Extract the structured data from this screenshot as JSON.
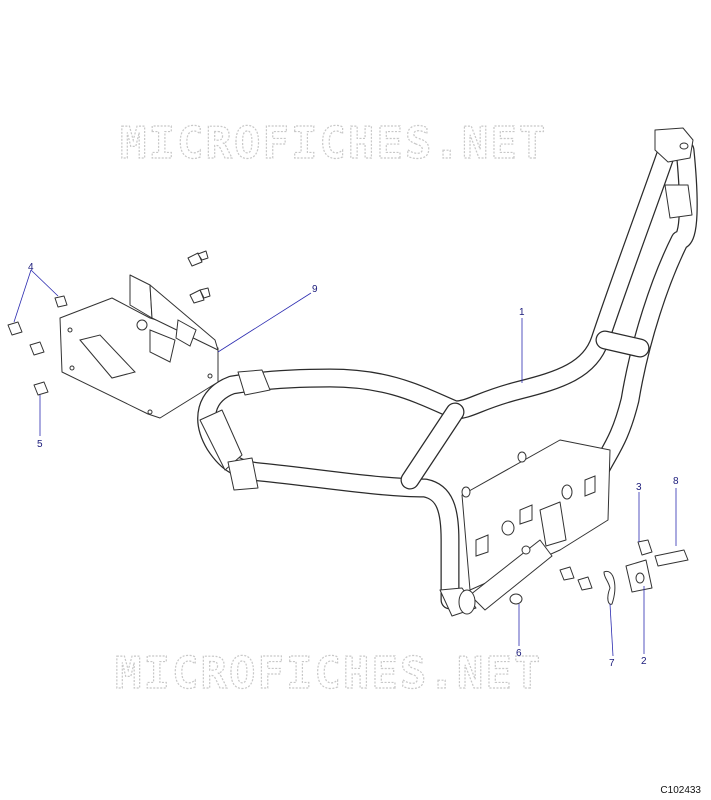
{
  "watermark": {
    "text": "MICROFICHES.NET"
  },
  "drawing_code": "C102433",
  "callouts": [
    {
      "id": "c1",
      "label": "1"
    },
    {
      "id": "c2",
      "label": "2"
    },
    {
      "id": "c3",
      "label": "3"
    },
    {
      "id": "c4",
      "label": "4"
    },
    {
      "id": "c5",
      "label": "5"
    },
    {
      "id": "c6",
      "label": "6"
    },
    {
      "id": "c7",
      "label": "7"
    },
    {
      "id": "c8",
      "label": "8"
    },
    {
      "id": "c9",
      "label": "9"
    }
  ]
}
